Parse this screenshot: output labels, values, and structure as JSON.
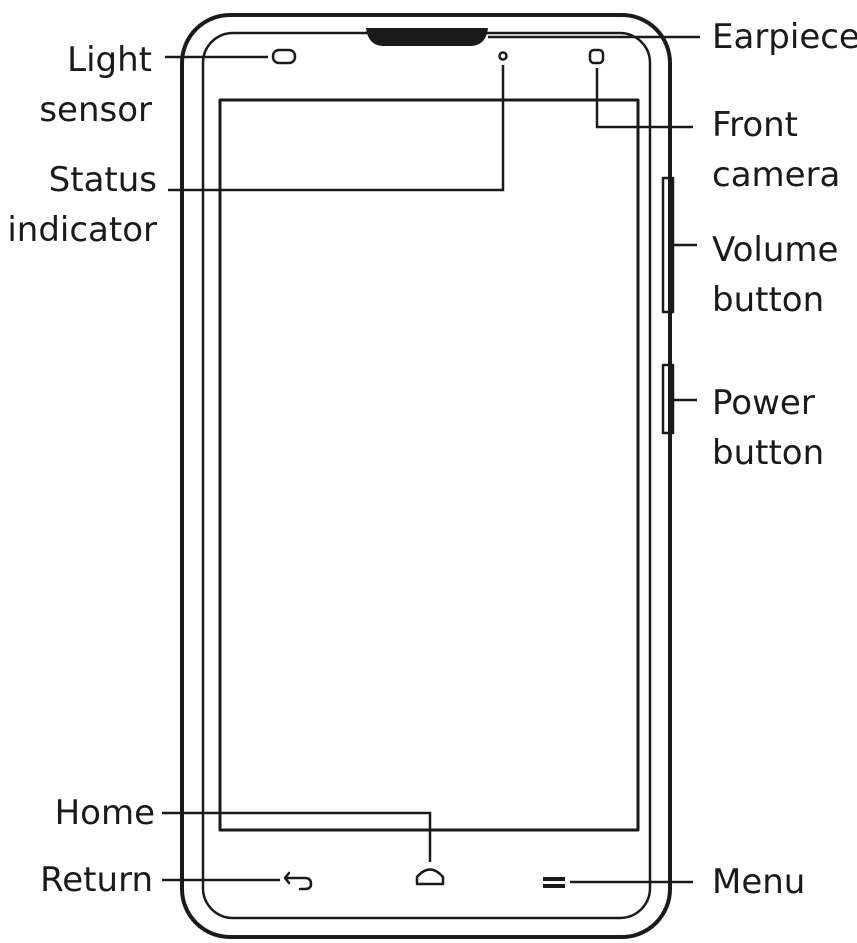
{
  "labels": {
    "light_sensor": [
      "Light",
      "sensor"
    ],
    "status_indicator": [
      "Status",
      "indicator"
    ],
    "earpiece": "Earpiece",
    "front_camera": [
      "Front",
      "camera"
    ],
    "volume_button": [
      "Volume",
      "button"
    ],
    "power_button": [
      "Power",
      "button"
    ],
    "home": "Home",
    "return": "Return",
    "menu": "Menu"
  }
}
